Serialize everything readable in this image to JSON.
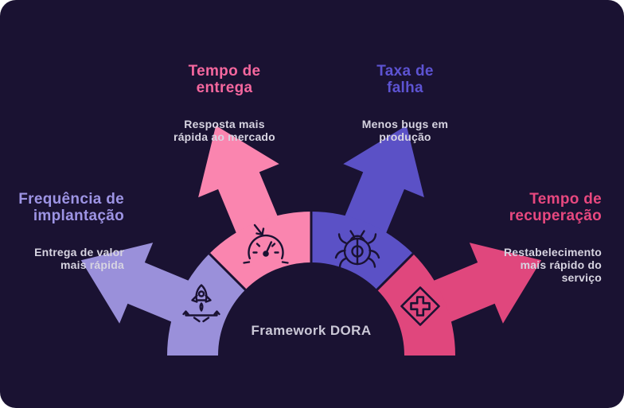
{
  "diagram_title": "Framework DORA",
  "colors": {
    "background": "#1A1232",
    "light_purple_segment": "#9A90DA",
    "pink_segment": "#FA85AF",
    "purple_segment": "#5B51C6",
    "magenta_segment": "#E0477D",
    "light_purple_title": "#9D94E4",
    "pink_title": "#F4679E",
    "purple_title": "#5D53D2",
    "magenta_title": "#E8487F",
    "description_text": "#D7D4E1",
    "center_text": "#CBC8D7",
    "icon_stroke": "#1A1232",
    "separator": "#1A1232"
  },
  "metrics": [
    {
      "id": "deployment-frequency",
      "title": "Frequência de\nimplantação",
      "description": "Entrega de valor\nmais rápida",
      "icon": "rocket-launch-icon",
      "color": "#9A90DA"
    },
    {
      "id": "lead-time",
      "title": "Tempo de\nentrega",
      "description": "Resposta mais\nrápida ao mercado",
      "icon": "speedometer-icon",
      "color": "#FA85AF"
    },
    {
      "id": "change-failure-rate",
      "title": "Taxa de\nfalha",
      "description": "Menos bugs em\nprodução",
      "icon": "bug-icon",
      "color": "#5B51C6"
    },
    {
      "id": "time-to-recovery",
      "title": "Tempo de\nrecuperação",
      "description": "Restabelecimento\nmais rápido do\nserviço",
      "icon": "medical-cross-icon",
      "color": "#E0477D"
    }
  ]
}
